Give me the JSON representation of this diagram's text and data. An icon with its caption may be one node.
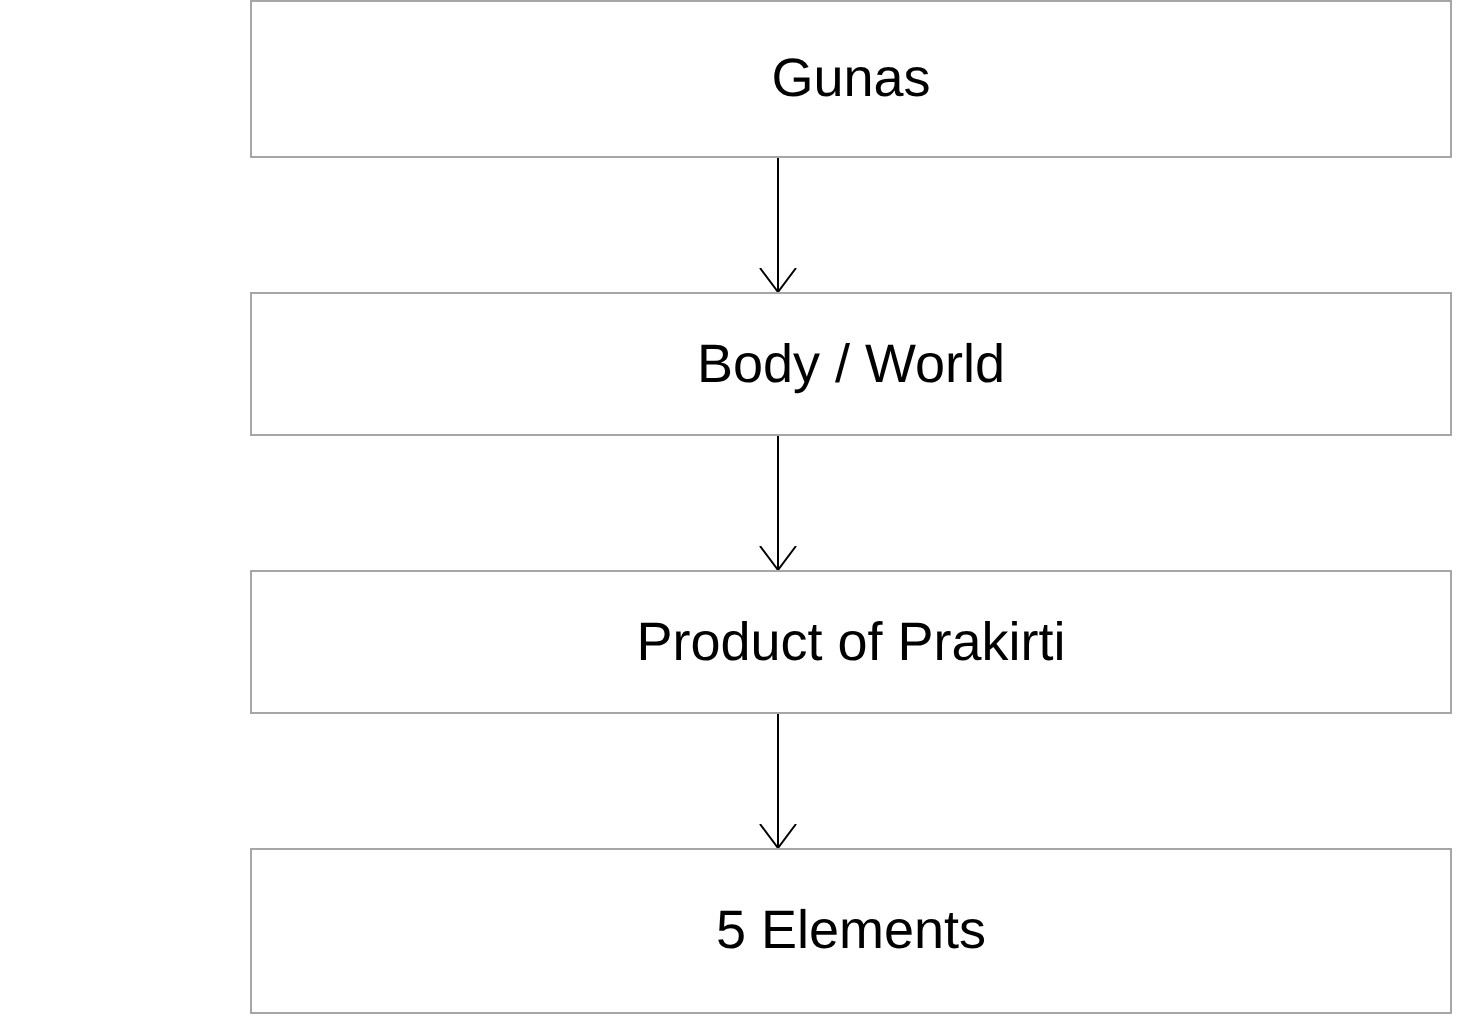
{
  "diagram": {
    "nodes": [
      {
        "text": [
          "Gunas"
        ]
      },
      {
        "text": [
          "Body / World"
        ]
      },
      {
        "text": [
          "Product of Prakirti"
        ]
      },
      {
        "text": [
          "5 Elements"
        ]
      }
    ],
    "edges": [
      {
        "from": 0,
        "to": 1,
        "arrow": "to"
      },
      {
        "from": 1,
        "to": 2,
        "arrow": "to"
      },
      {
        "from": 2,
        "to": 3,
        "arrow": "to"
      }
    ]
  }
}
